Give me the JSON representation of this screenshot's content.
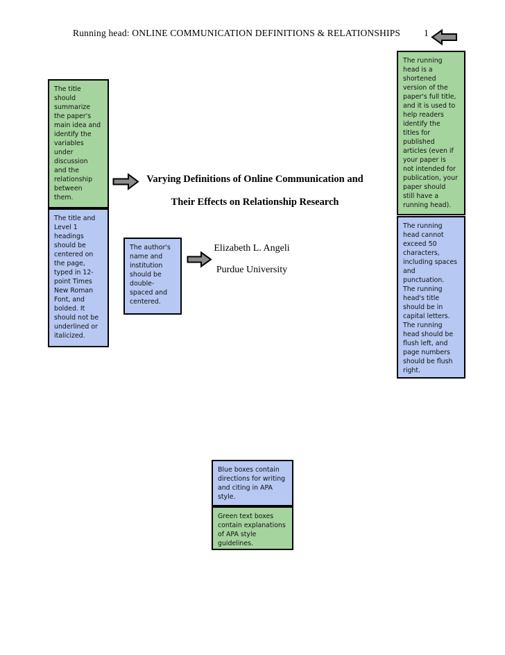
{
  "document": {
    "running_head": "Running head: ONLINE COMMUNICATION DEFINITIONS & RELATIONSHIPS",
    "page_number": "1",
    "title_line1": "Varying Definitions of Online Communication and",
    "title_line2": "Their Effects on Relationship Research",
    "author_name": "Elizabeth L. Angeli",
    "author_institution": "Purdue University"
  },
  "annotations": {
    "running_head_explanation": "The running\nhead is a\nshortened\nversion of the\npaper's full title,\nand it is used to\nhelp readers\nidentify the\ntitles for\npublished\narticles (even if\nyour paper is\nnot intended for\npublication, your\npaper should\nstill have a\nrunning head).",
    "title_explanation": "The title\nshould\nsummarize\nthe paper's\nmain idea and\nidentify the\nvariables\nunder\ndiscussion\nand the\nrelationship\nbetween\nthem.",
    "title_format_direction": "The title and\nLevel 1\nheadings\nshould be\ncentered on\nthe page,\ntyped in 12-\npoint Times\nNew Roman\nFont, and\nbolded. It\nshould not be\nunderlined or\nitalicized.",
    "running_head_rules": "The running\nhead cannot\nexceed 50\ncharacters,\nincluding spaces\nand\npunctuation.\nThe running\nhead's title\nshould be in\ncapital letters.\nThe running\nhead should be\nflush left, and\npage numbers\nshould be flush\nright.",
    "author_direction": "The author's\nname and\ninstitution\nshould be\ndouble-\nspaced and\ncentered.",
    "legend_blue": "Blue boxes contain\ndirections for writing\nand citing in APA\nstyle.",
    "legend_green": "Green text boxes\ncontain explanations\nof APA style\nguidelines."
  },
  "icons": {
    "top_right_arrow": "left-arrow",
    "title_arrow": "right-arrow",
    "author_arrow": "right-arrow"
  },
  "colors": {
    "green_box": "#a6d49f",
    "blue_box": "#b7c8f3",
    "arrow_fill": "#8c8c8c",
    "border": "#000000"
  }
}
